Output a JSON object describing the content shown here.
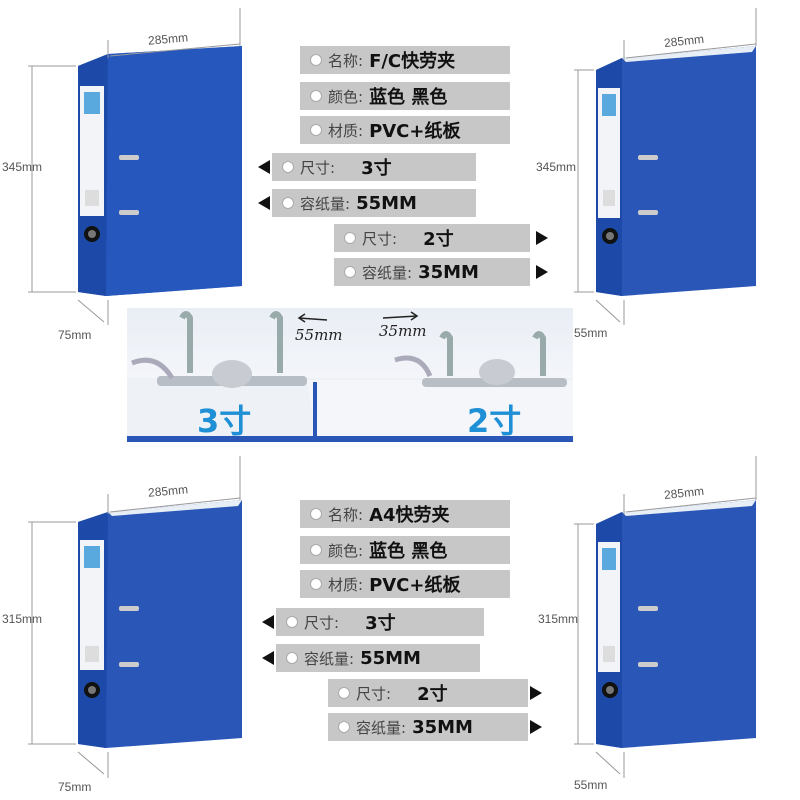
{
  "top_group": {
    "left_binder": {
      "width": "285mm",
      "height": "345mm",
      "depth": "75mm"
    },
    "right_binder": {
      "width": "285mm",
      "height": "345mm",
      "depth": "55mm"
    },
    "specs": [
      {
        "key": "名称:",
        "value": "F/C快劳夹"
      },
      {
        "key": "颜色:",
        "value": "蓝色 黑色"
      },
      {
        "key": "材质:",
        "value": "PVC+纸板"
      }
    ],
    "left_specs": [
      {
        "key": "尺寸:",
        "value": "3寸"
      },
      {
        "key": "容纸量:",
        "value": "55MM"
      }
    ],
    "right_specs": [
      {
        "key": "尺寸:",
        "value": "2寸"
      },
      {
        "key": "容纸量:",
        "value": "35MM"
      }
    ]
  },
  "photo": {
    "left_label": "3寸",
    "right_label": "2寸",
    "left_hand_note": "55mm",
    "right_hand_note": "35mm"
  },
  "bottom_group": {
    "left_binder": {
      "width": "285mm",
      "height": "315mm",
      "depth": "75mm"
    },
    "right_binder": {
      "width": "285mm",
      "height": "315mm",
      "depth": "55mm"
    },
    "specs": [
      {
        "key": "名称:",
        "value": "A4快劳夹"
      },
      {
        "key": "颜色:",
        "value": "蓝色 黑色"
      },
      {
        "key": "材质:",
        "value": "PVC+纸板"
      }
    ],
    "left_specs": [
      {
        "key": "尺寸:",
        "value": "3寸"
      },
      {
        "key": "容纸量:",
        "value": "55MM"
      }
    ],
    "right_specs": [
      {
        "key": "尺寸:",
        "value": "2寸"
      },
      {
        "key": "容纸量:",
        "value": "35MM"
      }
    ]
  },
  "colors": {
    "binder_blue": "#1a4fb4",
    "label_gray": "#c7c7c7",
    "photo_text": "#1f8fd6"
  }
}
